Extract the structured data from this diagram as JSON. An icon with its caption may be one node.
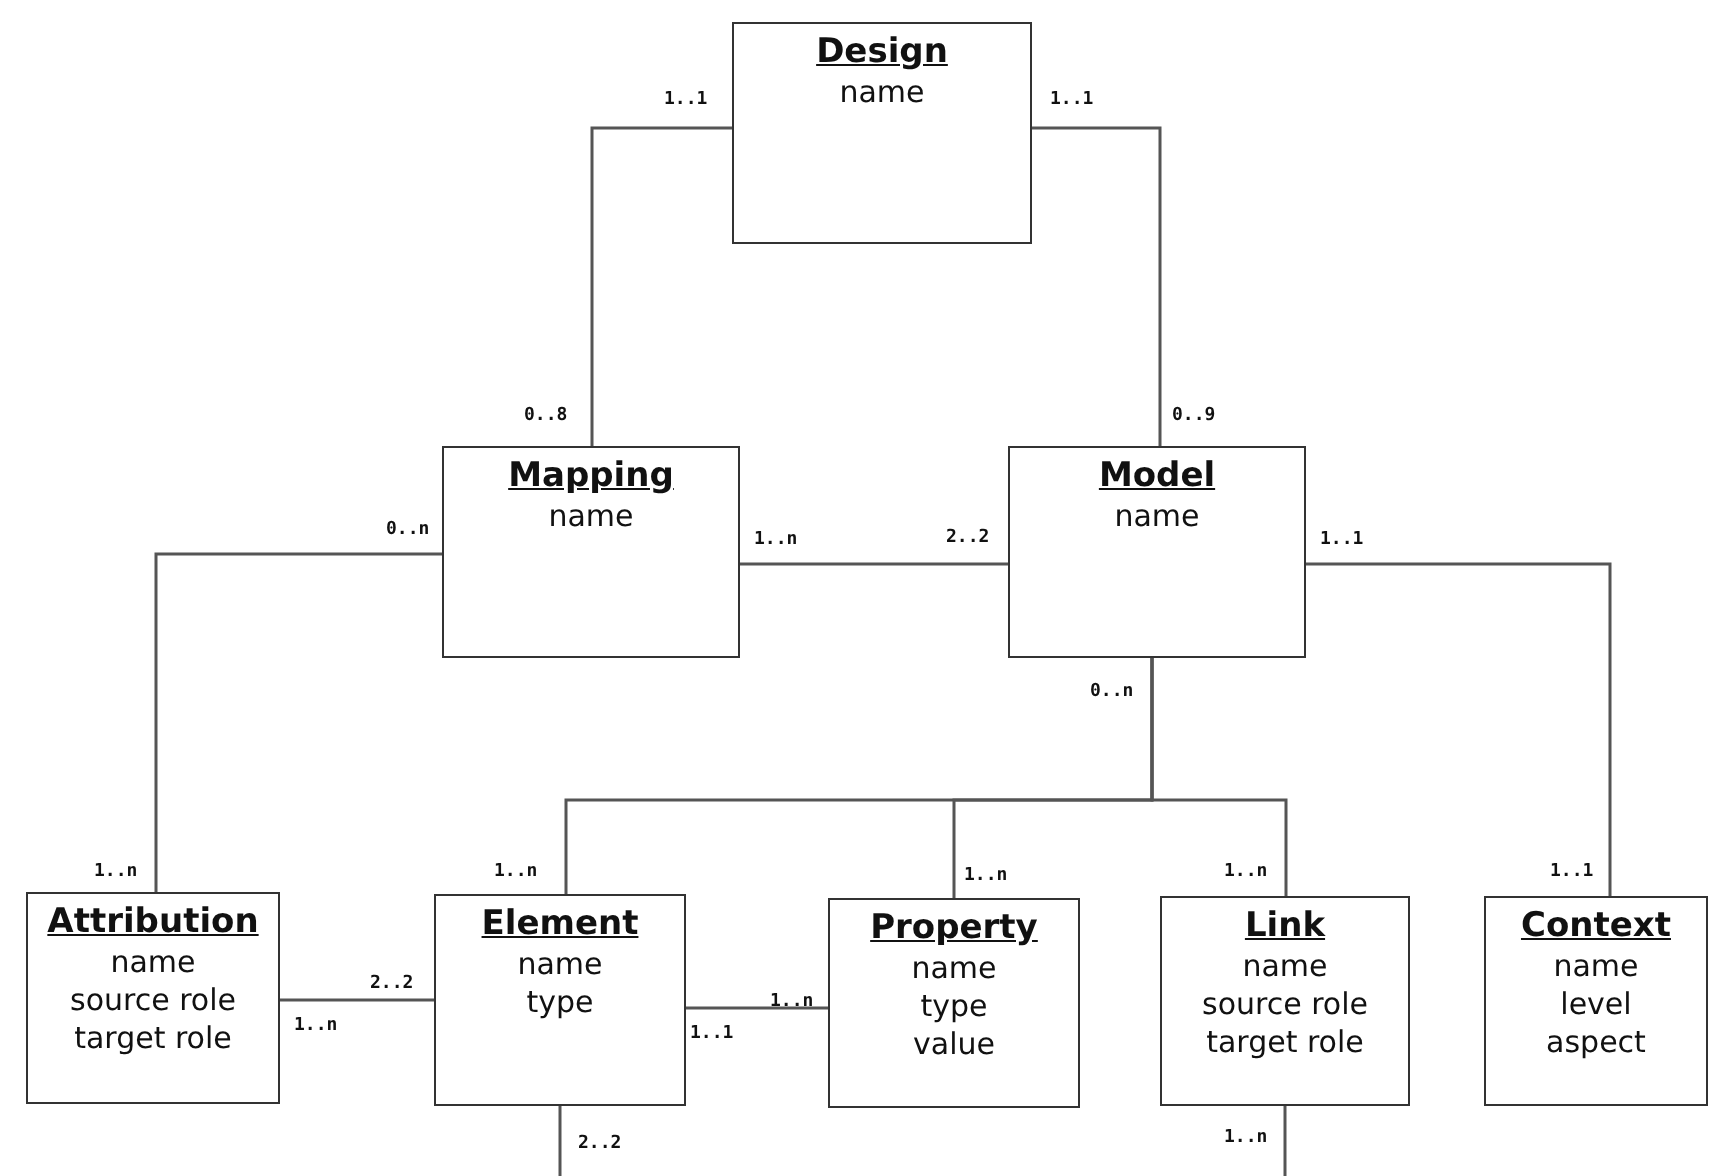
{
  "diagram": {
    "nodes": [
      {
        "text": [
          "Design",
          "name"
        ]
      },
      {
        "text": [
          "Mapping",
          "name"
        ]
      },
      {
        "text": [
          "Model",
          "name"
        ]
      },
      {
        "text": [
          "Attribution",
          "name",
          "source role",
          "target role"
        ]
      },
      {
        "text": [
          "Element",
          "name",
          "type"
        ]
      },
      {
        "text": [
          "Property",
          "name",
          "type",
          "value"
        ]
      },
      {
        "text": [
          "Link",
          "name",
          "source role",
          "target role"
        ]
      },
      {
        "text": [
          "Context",
          "name",
          "level",
          "aspect"
        ]
      }
    ],
    "edges": [
      {
        "from": 0,
        "to": 1,
        "arrow": "none"
      },
      {
        "from": 0,
        "to": 2,
        "arrow": "none"
      },
      {
        "from": 1,
        "to": 2,
        "arrow": "none"
      },
      {
        "from": 1,
        "to": 3,
        "arrow": "none"
      },
      {
        "from": 2,
        "to": 4,
        "arrow": "none"
      },
      {
        "from": 2,
        "to": 5,
        "arrow": "none"
      },
      {
        "from": 2,
        "to": 6,
        "arrow": "none"
      },
      {
        "from": 2,
        "to": 7,
        "arrow": "none"
      },
      {
        "from": 3,
        "to": 4,
        "arrow": "none"
      },
      {
        "from": 4,
        "to": 5,
        "arrow": "none"
      },
      {
        "from": 4,
        "to": null,
        "arrow": "none"
      },
      {
        "from": 6,
        "to": null,
        "arrow": "none"
      }
    ],
    "labels": [
      "1..1",
      "1..1",
      "0..8",
      "0..9",
      "0..n",
      "1..n",
      "2..2",
      "1..1",
      "0..n",
      "1..n",
      "1..n",
      "1..n",
      "1..n",
      "1..1",
      "2..2",
      "1..n",
      "1..n",
      "1..1",
      "2..2",
      "1..n"
    ]
  }
}
